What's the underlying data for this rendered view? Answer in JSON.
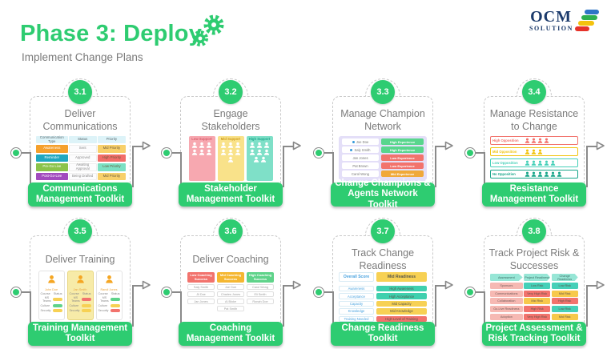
{
  "header": {
    "title": "Phase 3: Deploy",
    "subtitle": "Implement Change Plans"
  },
  "logo": {
    "title": "OCM",
    "subtitle": "SOLUTION",
    "bars": [
      "#2e75c6",
      "#2eb050",
      "#f4c20d",
      "#e63229"
    ]
  },
  "colors": {
    "accent": "#2ecc71",
    "line": "#8a8a8a"
  },
  "cards": [
    {
      "badge": "3.1",
      "title": "Deliver Communications",
      "toolkit": "Communications Management Toolkit",
      "table": {
        "headers": [
          "Communication Type",
          "Status",
          "Priority"
        ],
        "rows": [
          {
            "type": "Awareness",
            "type_bg": "#f5a02c",
            "status": "Sent",
            "priority": "Mid Priority",
            "priority_bg": "#f8d06a"
          },
          {
            "type": "Reminder",
            "type_bg": "#1fa7c0",
            "status": "Approved",
            "priority": "High Priority",
            "priority_bg": "#f26d68"
          },
          {
            "type": "Pre-Go Live",
            "type_bg": "#8bc34a",
            "status": "Awaiting Approval",
            "priority": "Low Priority",
            "priority_bg": "#7ce0c3"
          },
          {
            "type": "Post-Go-Live",
            "type_bg": "#a24bbe",
            "status": "Being Drafted",
            "priority": "Mid Priority",
            "priority_bg": "#f8d06a"
          }
        ]
      }
    },
    {
      "badge": "3.2",
      "title": "Engage Stakeholders",
      "toolkit": "Stakeholder Management Toolkit",
      "groups": [
        {
          "label": "Low Support",
          "bg": "#f7a8b0",
          "label_color": "#d95f6e",
          "count": 6
        },
        {
          "label": "Mid Support",
          "bg": "#f9e28a",
          "label_color": "#cf9d1d",
          "count": 7
        },
        {
          "label": "High Support",
          "bg": "#7fe0c8",
          "label_color": "#1fa98c",
          "count": 8
        }
      ]
    },
    {
      "badge": "3.3",
      "title": "Manage Champion Network",
      "toolkit": "Change Champions & Agents Network Toolkit",
      "people": [
        {
          "name": "Joe Doe",
          "level": "High Experience",
          "bg": "#58d68d"
        },
        {
          "name": "Saly Smith",
          "level": "High Experience",
          "bg": "#58d68d"
        },
        {
          "name": "Jan Jones",
          "level": "Low Experience",
          "bg": "#f2736d"
        },
        {
          "name": "Pat Brown",
          "level": "Low Experience",
          "bg": "#f2736d"
        },
        {
          "name": "Carol Wong",
          "level": "Mid Experience",
          "bg": "#f0a93a"
        }
      ]
    },
    {
      "badge": "3.4",
      "title": "Manage Resistance to Change",
      "toolkit": "Resistance Management Toolkit",
      "rows": [
        {
          "label": "High Opposition",
          "color": "#f2736d",
          "count": 4
        },
        {
          "label": "Mid Opposition",
          "color": "#f1c40f",
          "count": 3
        },
        {
          "label": "Low Opposition",
          "color": "#45d0b8",
          "count": 5
        },
        {
          "label": "No Opposition",
          "color": "#17a589",
          "count": 6
        }
      ]
    },
    {
      "badge": "3.5",
      "title": "Deliver Training",
      "toolkit": "Training Management Toolkit",
      "course_header": [
        "Course",
        "Status"
      ],
      "trainees": [
        {
          "name": "John Doe",
          "courses": [
            {
              "course": "MS Teams",
              "bg": "#f7d154"
            },
            {
              "course": "Culture",
              "bg": "#5fd38a"
            },
            {
              "course": "Security",
              "bg": "#f7d154"
            }
          ]
        },
        {
          "name": "Jan Smith",
          "courses": [
            {
              "course": "MS Teams",
              "bg": "#f2736d"
            },
            {
              "course": "Culture",
              "bg": "#f7d154"
            },
            {
              "course": "Security",
              "bg": "#f7d154"
            }
          ]
        },
        {
          "name": "Randi Jones",
          "courses": [
            {
              "course": "MS Teams",
              "bg": "#5fd38a"
            },
            {
              "course": "Culture",
              "bg": "#f7d154"
            },
            {
              "course": "Security",
              "bg": "#f2736d"
            }
          ]
        }
      ]
    },
    {
      "badge": "3.6",
      "title": "Deliver Coaching",
      "toolkit": "Coaching Management Toolkit",
      "groups": [
        {
          "label": "Low Coaching Success",
          "bg": "#f2736d",
          "names": [
            "Saly Smith",
            "Jil Doe",
            "Jan Jones"
          ]
        },
        {
          "label": "Mid Coaching Success",
          "bg": "#f5b731",
          "names": [
            "Joe Doe",
            "Charles Jones",
            "Al Bloke",
            "Pat Smith"
          ]
        },
        {
          "label": "High Coaching Success",
          "bg": "#5fd38a",
          "names": [
            "Carol Wong",
            "Eli Smith",
            "Ronah Doe"
          ]
        }
      ]
    },
    {
      "badge": "3.7",
      "title": "Track Change Readiness",
      "toolkit": "Change Readiness Toolkit",
      "overall": {
        "label": "Overall Score",
        "value": "Mid Readiness",
        "bg": "#f7d154"
      },
      "rows": [
        {
          "label": "Awareness",
          "value": "High Awareness",
          "bg": "#3fd0ae"
        },
        {
          "label": "Acceptance",
          "value": "High Acceptance",
          "bg": "#3fd0ae"
        },
        {
          "label": "Capacity",
          "value": "Mid Capacity",
          "bg": "#f7d154"
        },
        {
          "label": "Knowledge",
          "value": "Mid Knowledge",
          "bg": "#f7d154"
        },
        {
          "label": "Training Needed",
          "value": "High Level of Training",
          "bg": "#f2736d"
        }
      ]
    },
    {
      "badge": "3.8",
      "title": "Track Project Risk & Successes",
      "toolkit": "Project Assessment & Risk Tracking Toolkit",
      "headers": [
        "Assessment",
        "Project Readiness",
        "Change Readiness"
      ],
      "rows": [
        {
          "label": "Sponsors",
          "v1": "Low Risk",
          "v1_bg": "#45d0b8",
          "v2": "Low Risk",
          "v2_bg": "#45d0b8"
        },
        {
          "label": "Communications",
          "v1": "Very High Risk",
          "v1_bg": "#f2736d",
          "v2": "Mid Risk",
          "v2_bg": "#f7c94b"
        },
        {
          "label": "Collaboration",
          "v1": "Mid Risk",
          "v1_bg": "#f7c94b",
          "v2": "High Risk",
          "v2_bg": "#f2736d"
        },
        {
          "label": "Go-Live Readiness",
          "v1": "High Risk",
          "v1_bg": "#f2736d",
          "v2": "Low Risk",
          "v2_bg": "#45d0b8"
        },
        {
          "label": "Adoption",
          "v1": "Very High Risk",
          "v1_bg": "#f2736d",
          "v2": "Mid Risk",
          "v2_bg": "#f7c94b"
        }
      ]
    }
  ]
}
